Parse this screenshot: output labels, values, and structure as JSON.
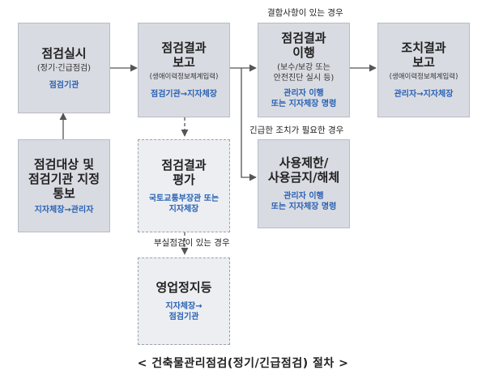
{
  "boxes": {
    "inspection": {
      "title": "점검실시",
      "sub": "(정기·긴급점검)",
      "agent": "점검기관"
    },
    "report": {
      "title": "점검결과\n보고",
      "sub": "(생애이력정보체계입력)",
      "agent": "점검기관→지자체장"
    },
    "implement": {
      "title": "점검결과\n이행",
      "sub": "(보수/보강 또는\n안전진단 실시 등)",
      "agent": "관리자 이행\n또는 지자체장 명령"
    },
    "action": {
      "title": "조치결과\n보고",
      "sub": "(생애이력정보체계입력)",
      "agent": "관리자→지자체장"
    },
    "designate": {
      "title": "점검대상 및\n점검기관 지정\n통보",
      "agent": "지자체장→관리자"
    },
    "evaluate": {
      "title": "점검결과\n평가",
      "agent": "국토교통부장관 또는\n지자체장"
    },
    "restrict": {
      "title": "사용제한/\n사용금지/해체",
      "agent": "관리자 이행\n또는 지자체장 명령"
    },
    "suspend": {
      "title": "영업정지등",
      "agent": "지자체장→\n점검기관"
    }
  },
  "notes": {
    "defects": "결함사항이 있는 경우",
    "urgent": "긴급한 조치가 필요한 경우",
    "poor": "부실점검이 있는 경우"
  },
  "caption": "< 건축물관리점검(정기/긴급점검) 절차 >"
}
